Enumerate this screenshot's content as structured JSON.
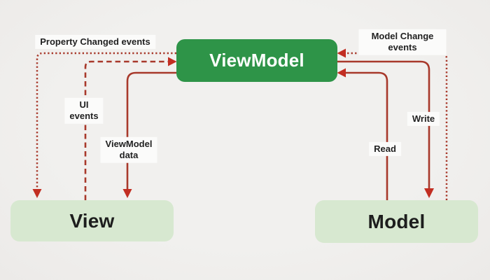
{
  "diagram": {
    "type": "architecture-diagram",
    "pattern": "MVVM",
    "nodes": {
      "viewmodel": {
        "label": "ViewModel"
      },
      "view": {
        "label": "View"
      },
      "model": {
        "label": "Model"
      }
    },
    "edges": [
      {
        "label": "Property Changed events",
        "from": "ViewModel",
        "to": "View",
        "style": "dotted"
      },
      {
        "label": "UI\nevents",
        "from": "View",
        "to": "ViewModel",
        "style": "dashed"
      },
      {
        "label": "ViewModel\ndata",
        "from": "ViewModel",
        "to": "View",
        "style": "solid"
      },
      {
        "label": "Model Change events",
        "from": "Model",
        "to": "ViewModel",
        "style": "dotted"
      },
      {
        "label": "Write",
        "from": "ViewModel",
        "to": "Model",
        "style": "solid"
      },
      {
        "label": "Read",
        "from": "Model",
        "to": "ViewModel",
        "style": "solid"
      }
    ],
    "colors": {
      "background": "#f1f0ee",
      "primary_node": "#2e9448",
      "secondary_node": "#d7e8d0",
      "line": "#a8392b",
      "arrowhead": "#c22e22",
      "label_text": "#222222",
      "node_text_dark": "#1d1d1d",
      "node_text_light": "#ffffff",
      "label_bg": "#fbfbfa"
    }
  }
}
